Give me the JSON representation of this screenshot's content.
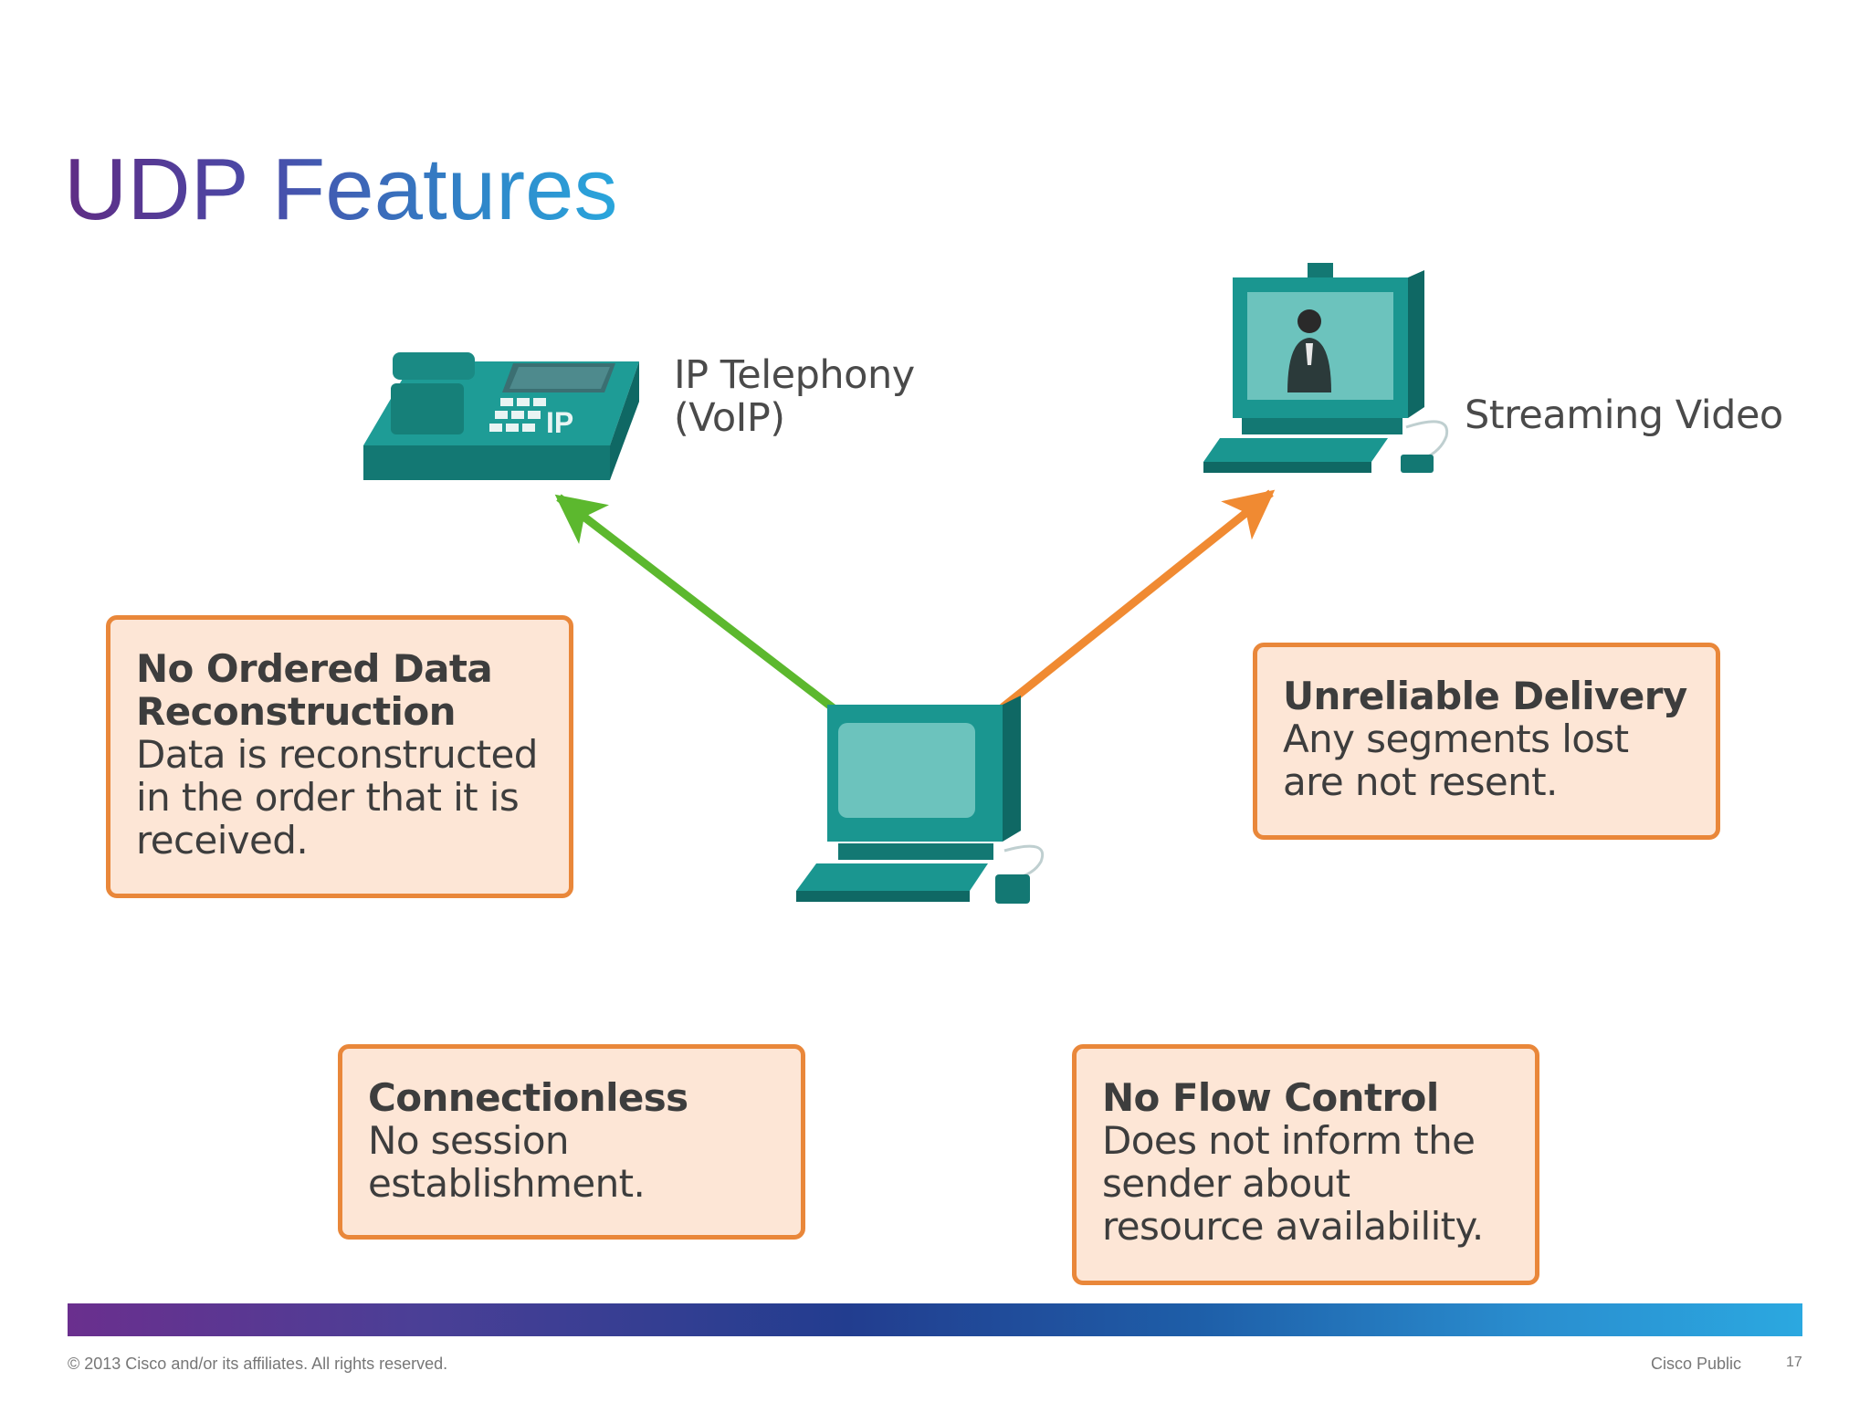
{
  "slide": {
    "title": "UDP Features"
  },
  "devices": {
    "phone_label_line1": "IP Telephony",
    "phone_label_line2": "(VoIP)",
    "phone_badge": "IP",
    "video_label": "Streaming Video"
  },
  "features": [
    {
      "heading_line1": "No Ordered Data",
      "heading_line2": "Reconstruction",
      "body": "Data is reconstructed in the order that it is received."
    },
    {
      "heading_line1": "Unreliable Delivery",
      "heading_line2": "",
      "body": "Any segments lost are not resent."
    },
    {
      "heading_line1": "Connectionless",
      "heading_line2": "",
      "body": "No session establishment."
    },
    {
      "heading_line1": "No Flow Control",
      "heading_line2": "",
      "body": "Does not inform the sender about resource availability."
    }
  ],
  "colors": {
    "device_teal": "#1a9690",
    "arrow_green": "#5cb82e",
    "arrow_orange": "#f08a32",
    "box_border": "#e9873a",
    "box_fill": "#fde6d6"
  },
  "footer": {
    "copyright": "© 2013 Cisco and/or its affiliates. All rights reserved.",
    "classification": "Cisco Public",
    "page_number": "17"
  }
}
